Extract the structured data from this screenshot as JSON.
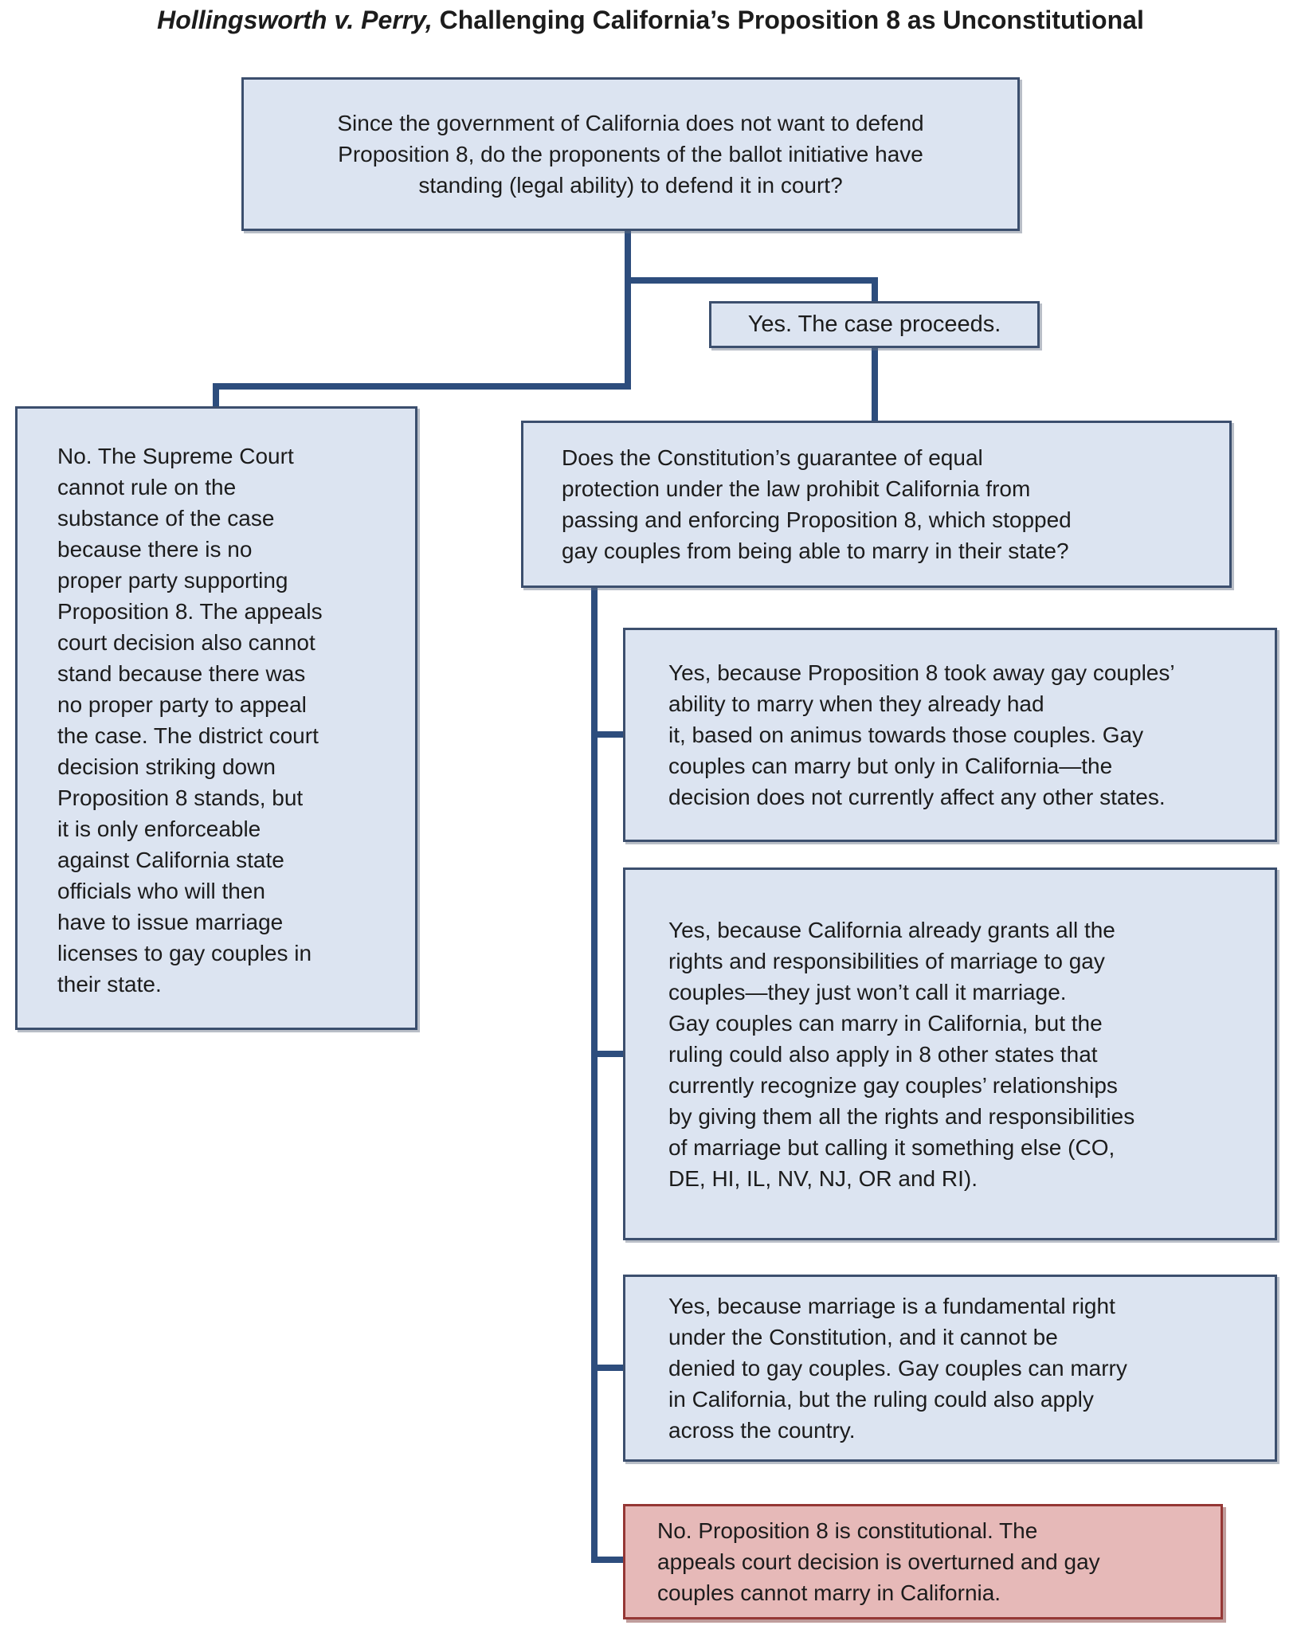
{
  "title": {
    "case_name": "Hollingsworth v. Perry,",
    "rest": " Challenging California’s Proposition 8 as Unconstitutional"
  },
  "colors": {
    "box_fill": "#dce4f1",
    "box_border": "#3c4f6e",
    "connector": "#2d4d7d",
    "no_fill": "#e6b9b8",
    "no_border": "#953735",
    "text": "#1c1c1c",
    "background": "#ffffff"
  },
  "nodes": {
    "q1": "Since the government of California does not want to defend\nProposition 8, do the proponents of the ballot initiative have\nstanding (legal ability) to defend it in court?",
    "yes_proceeds": "Yes. The case proceeds.",
    "no_standing": "No. The Supreme Court\ncannot rule on the\nsubstance of the case\nbecause there is no\nproper party supporting\nProposition 8. The appeals\ncourt decision also cannot\nstand because there was\nno proper party to appeal\nthe case. The district court\ndecision striking down\nProposition 8 stands, but\nit is only enforceable\nagainst California state\nofficials who will then\nhave to issue marriage\nlicenses to gay couples in\ntheir state.",
    "q2": "Does the Constitution’s guarantee of equal\nprotection under the law prohibit California from\npassing and enforcing Proposition 8, which stopped\ngay couples from being able to marry in their state?",
    "a1": "Yes, because Proposition 8 took away gay couples’\nability to marry when they already had\nit, based on animus towards those couples. Gay\ncouples can marry but only in California—the\ndecision does not currently affect any other states.",
    "a2": "Yes, because California already grants all the\nrights and responsibilities of marriage to gay\ncouples—they just won’t call it marriage.\nGay couples can marry in California, but the\nruling could also apply in 8 other states that\ncurrently recognize gay couples’ relationships\nby giving them all the rights and responsibilities\nof marriage but calling it something else (CO,\nDE, HI, IL, NV, NJ, OR and RI).",
    "a3": "Yes, because marriage is a fundamental right\nunder the Constitution, and it cannot be\ndenied to gay couples. Gay couples can marry\nin California, but the ruling could also apply\nacross the country.",
    "a4": "No. Proposition 8 is constitutional. The\nappeals court decision is overturned and gay\ncouples cannot marry in California."
  },
  "edges": [
    {
      "from": "standing-question",
      "to": "no-standing-outcome"
    },
    {
      "from": "standing-question",
      "to": "yes-case-proceeds"
    },
    {
      "from": "yes-case-proceeds",
      "to": "equal-protection-question"
    },
    {
      "from": "equal-protection-question",
      "to": "answer-animus"
    },
    {
      "from": "equal-protection-question",
      "to": "answer-rights-responsibilities"
    },
    {
      "from": "equal-protection-question",
      "to": "answer-fundamental-right"
    },
    {
      "from": "equal-protection-question",
      "to": "answer-no-constitutional"
    }
  ]
}
